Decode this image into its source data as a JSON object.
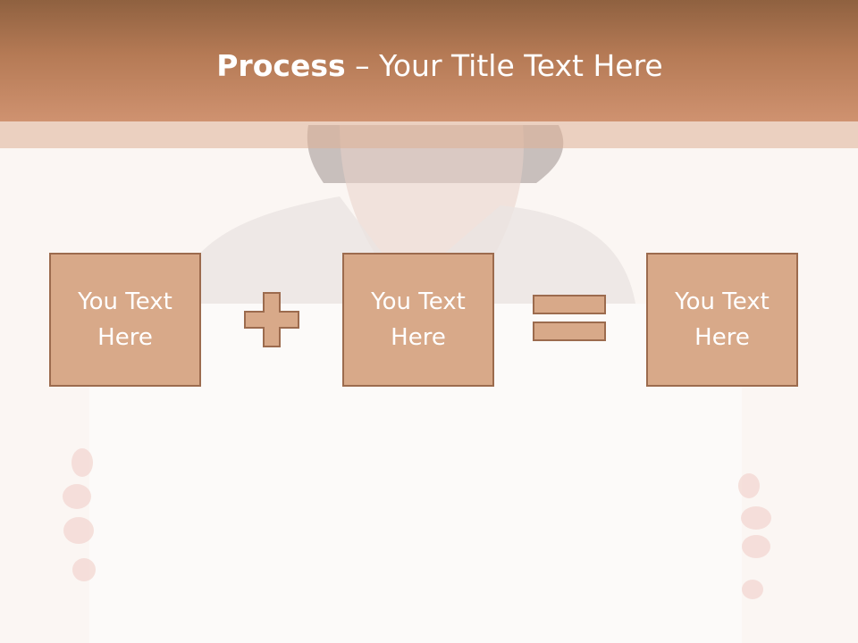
{
  "slide": {
    "title_bold": "Process",
    "title_rest": " – Your Title Text Here",
    "boxes": [
      {
        "line1": "You Text",
        "line2": "Here"
      },
      {
        "line1": "You Text",
        "line2": "Here"
      },
      {
        "line1": "You Text",
        "line2": "Here"
      }
    ],
    "operators": [
      "plus-icon",
      "equals-icon"
    ]
  },
  "colors": {
    "header_dark": "#8f6140",
    "header_light": "#cf9270",
    "box_fill": "#d8a989",
    "box_border": "#9c6b4e",
    "background": "#fbf6f3"
  }
}
